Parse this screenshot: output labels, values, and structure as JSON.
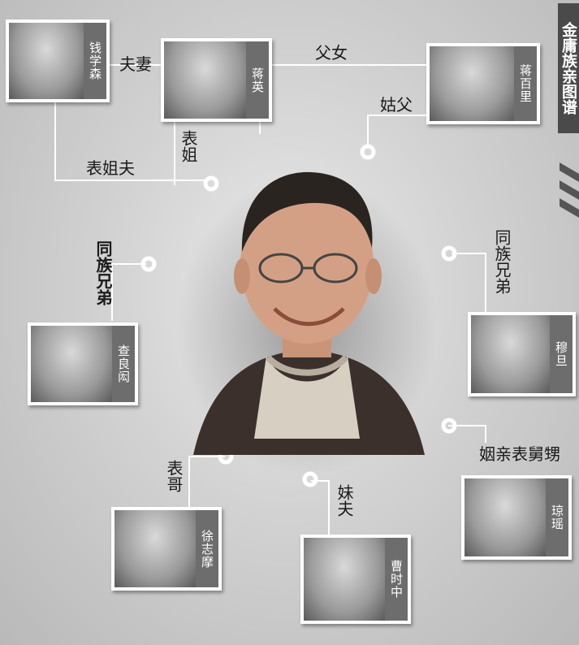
{
  "title": "金庸族亲图谱",
  "people": {
    "qian": "钱学森",
    "jiangying": "蒋英",
    "jiangbaili": "蒋百里",
    "zha": "查良闳",
    "mu": "穆旦",
    "xu": "徐志摩",
    "cao": "曹时中",
    "qiong": "琼瑶"
  },
  "relations": {
    "fuqi": "夫妻",
    "fu_nv": "父女",
    "gufu": "姑父",
    "biaojie": "表姐",
    "biaojiefu": "表姐夫",
    "tongzu_left": "同族兄弟",
    "tongzu_right": "同族兄弟",
    "yinqin": "姻亲表舅甥",
    "biaoge": "表哥",
    "meifu": "妹夫"
  },
  "colors": {
    "background": "#cfcfcf",
    "name_band": "#6d6d6d",
    "title_band": "#4a4a4a",
    "connector": "#ffffff"
  },
  "icons": {
    "center_portrait": "elderly-man-portrait",
    "node_marker": "ring-marker"
  }
}
